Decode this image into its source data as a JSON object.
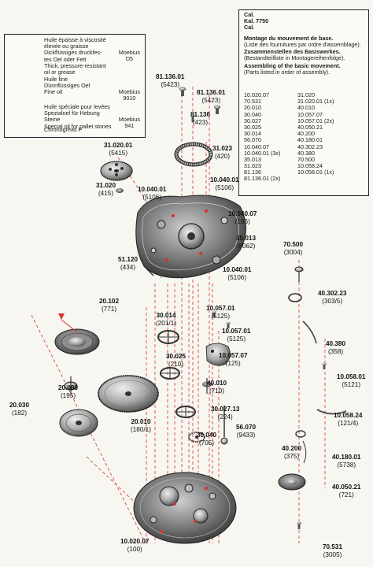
{
  "legend": {
    "entries": [
      {
        "lines": [
          "Huile épaisse à viscosité",
          "élevée ou graisse",
          "Dickflüssiges druckfes-",
          "tes Oel oder Fett",
          "Thick, pressure-resistant",
          "oil or grease"
        ],
        "brand": [
          "Moebius",
          "D5"
        ]
      },
      {
        "lines": [
          "Huile fine",
          "Dünnflüssiges Oel",
          "Fine oil"
        ],
        "brand": [
          "Moebius",
          "9010"
        ]
      },
      {
        "lines": [
          "Huile spéciale pour levées",
          "Spezialoel für Hebung",
          "Steine",
          "Special oil for pallet stones"
        ],
        "brand": [
          "Moebius",
          "941"
        ]
      },
      {
        "lines": [
          "Chronogreas P"
        ],
        "brand": []
      }
    ]
  },
  "info": {
    "cal_lines": [
      "Cal.",
      "Kal.  7750",
      "Cal."
    ],
    "headings": [
      {
        "text": "Montage du mouvement de base.",
        "bold": true
      },
      {
        "text": "(Liste des fournitures par ordre d'assemblage).",
        "bold": false
      },
      {
        "text": "Zusammenstellen des Basiswerkes.",
        "bold": true
      },
      {
        "text": "(Bestandteilliste in Montagereihenfolge).",
        "bold": false
      },
      {
        "text": "Assembling of the basic movement.",
        "bold": true
      },
      {
        "text": "(Parts listed in order of assembly).",
        "bold": false
      }
    ],
    "parts_rows": [
      [
        "10.020.07",
        "31.020"
      ],
      [
        "70.531",
        "31.020.01 (1x)"
      ],
      [
        "20.010",
        "40.010"
      ],
      [
        "30.040",
        "10.057.07"
      ],
      [
        "30.027",
        "10.057.01 (2x)"
      ],
      [
        "30.025",
        "40.050.21"
      ],
      [
        "30.014",
        "40.200"
      ],
      [
        "56.070",
        "40.180.01"
      ],
      [
        "10.040.07",
        "40.302.23"
      ],
      [
        "10.040.01 (3x)",
        "40.380"
      ],
      [
        "35.013",
        "70.500"
      ],
      [
        "31.023",
        "10.058.24"
      ],
      [
        "81.136",
        "10.058.01 (1x)"
      ],
      [
        "81.136.01 (2x)",
        ""
      ]
    ]
  },
  "callouts": [
    {
      "ref": "81.136.01",
      "count": "(5423)"
    },
    {
      "ref": "81.136.01",
      "count": "(5423)"
    },
    {
      "ref": "81.136",
      "count": "(423)"
    },
    {
      "ref": "31.023",
      "count": "(420)"
    },
    {
      "ref": "31.020.01",
      "count": "(5415)"
    },
    {
      "ref": "31.020",
      "count": "(415)"
    },
    {
      "ref": "10.040.01",
      "count": "(5106)"
    },
    {
      "ref": "10.040.01",
      "count": "(5106)"
    },
    {
      "ref": "10.040.07",
      "count": "(106)"
    },
    {
      "ref": "35.013",
      "count": "(8062)"
    },
    {
      "ref": "51.120",
      "count": "(434)"
    },
    {
      "ref": "10.040.01",
      "count": "(5106)"
    },
    {
      "ref": "70.500",
      "count": "(3004)"
    },
    {
      "ref": "40.302.23",
      "count": "(303/5)"
    },
    {
      "ref": "20.102",
      "count": "(771)"
    },
    {
      "ref": "30.014",
      "count": "(201/1)"
    },
    {
      "ref": "10.057.01",
      "count": "(5125)"
    },
    {
      "ref": "10.057.01",
      "count": "(5125)"
    },
    {
      "ref": "30.025",
      "count": "(210)"
    },
    {
      "ref": "10.057.07",
      "count": "(125)"
    },
    {
      "ref": "40.380",
      "count": "(358)"
    },
    {
      "ref": "10.058.01",
      "count": "(5121)"
    },
    {
      "ref": "20.080",
      "count": "(195)"
    },
    {
      "ref": "40.010",
      "count": "(710)"
    },
    {
      "ref": "20.030",
      "count": "(182)"
    },
    {
      "ref": "20.010",
      "count": "(180/1)"
    },
    {
      "ref": "30.027.13",
      "count": "(224)"
    },
    {
      "ref": "10.058.24",
      "count": "(121/4)"
    },
    {
      "ref": "56.070",
      "count": "(9433)"
    },
    {
      "ref": "30.040",
      "count": "(705)"
    },
    {
      "ref": "40.200",
      "count": "(375)"
    },
    {
      "ref": "40.180.01",
      "count": "(5738)"
    },
    {
      "ref": "40.050.21",
      "count": "(721)"
    },
    {
      "ref": "10.020.07",
      "count": "(100)"
    },
    {
      "ref": "70.531",
      "count": "(3005)"
    }
  ]
}
